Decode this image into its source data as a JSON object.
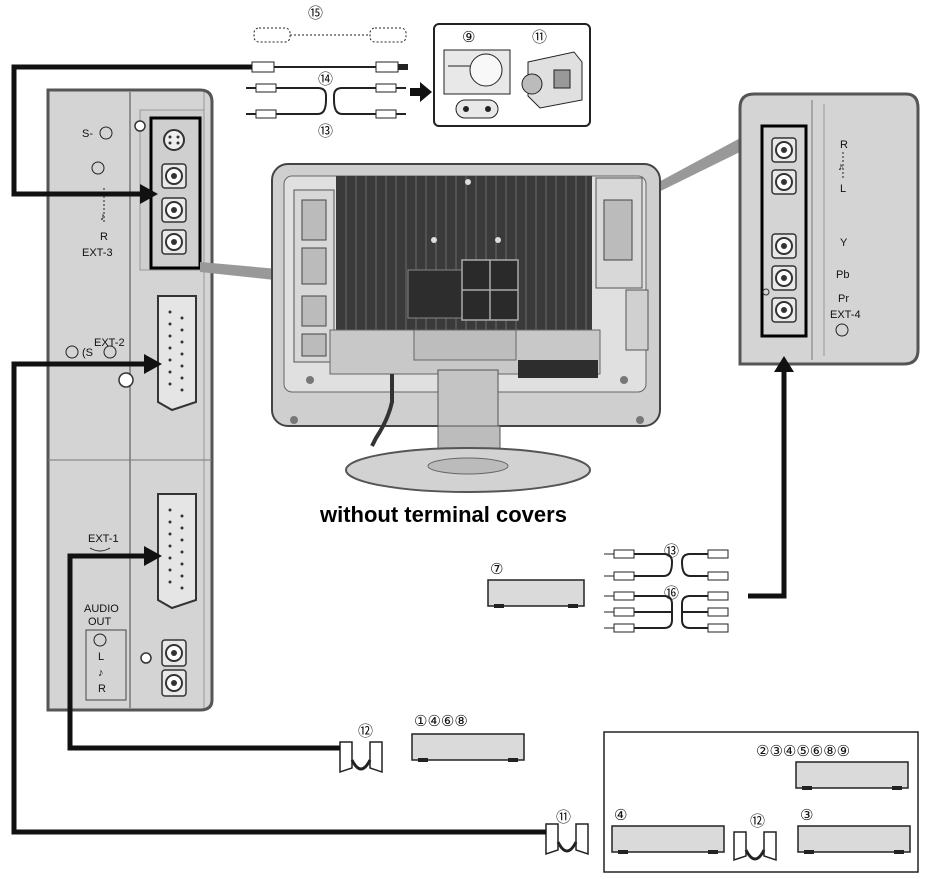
{
  "caption": "without terminal covers",
  "left_panel": {
    "svideo_label": "S-",
    "video_label": "",
    "audio_r_label": "R",
    "ext3_label": "EXT-3",
    "ext2_label": "EXT-2",
    "ext2_sub_label": "(S",
    "ext1_label": "EXT-1",
    "audio_out_label_1": "AUDIO",
    "audio_out_label_2": "OUT",
    "audio_out_l_label": "L",
    "audio_out_r_label": "R"
  },
  "right_panel": {
    "r_label": "R",
    "l_label": "L",
    "y_label": "Y",
    "pb_label": "Pb",
    "pr_label": "Pr",
    "ext4_label": "EXT-4"
  },
  "callouts": {
    "c15": "⑮",
    "c9": "⑨",
    "c11_top": "⑪",
    "c14": "⑭",
    "c13_top": "⑬",
    "c13_mid": "⑬",
    "c16": "⑯",
    "c7": "⑦",
    "c12_bottom": "⑫",
    "c1468": "①④⑥⑧",
    "c234568_9": "②③④⑤⑥⑧⑨",
    "c4": "④",
    "c12_box": "⑫",
    "c3": "③",
    "c11_bottom": "⑪"
  }
}
